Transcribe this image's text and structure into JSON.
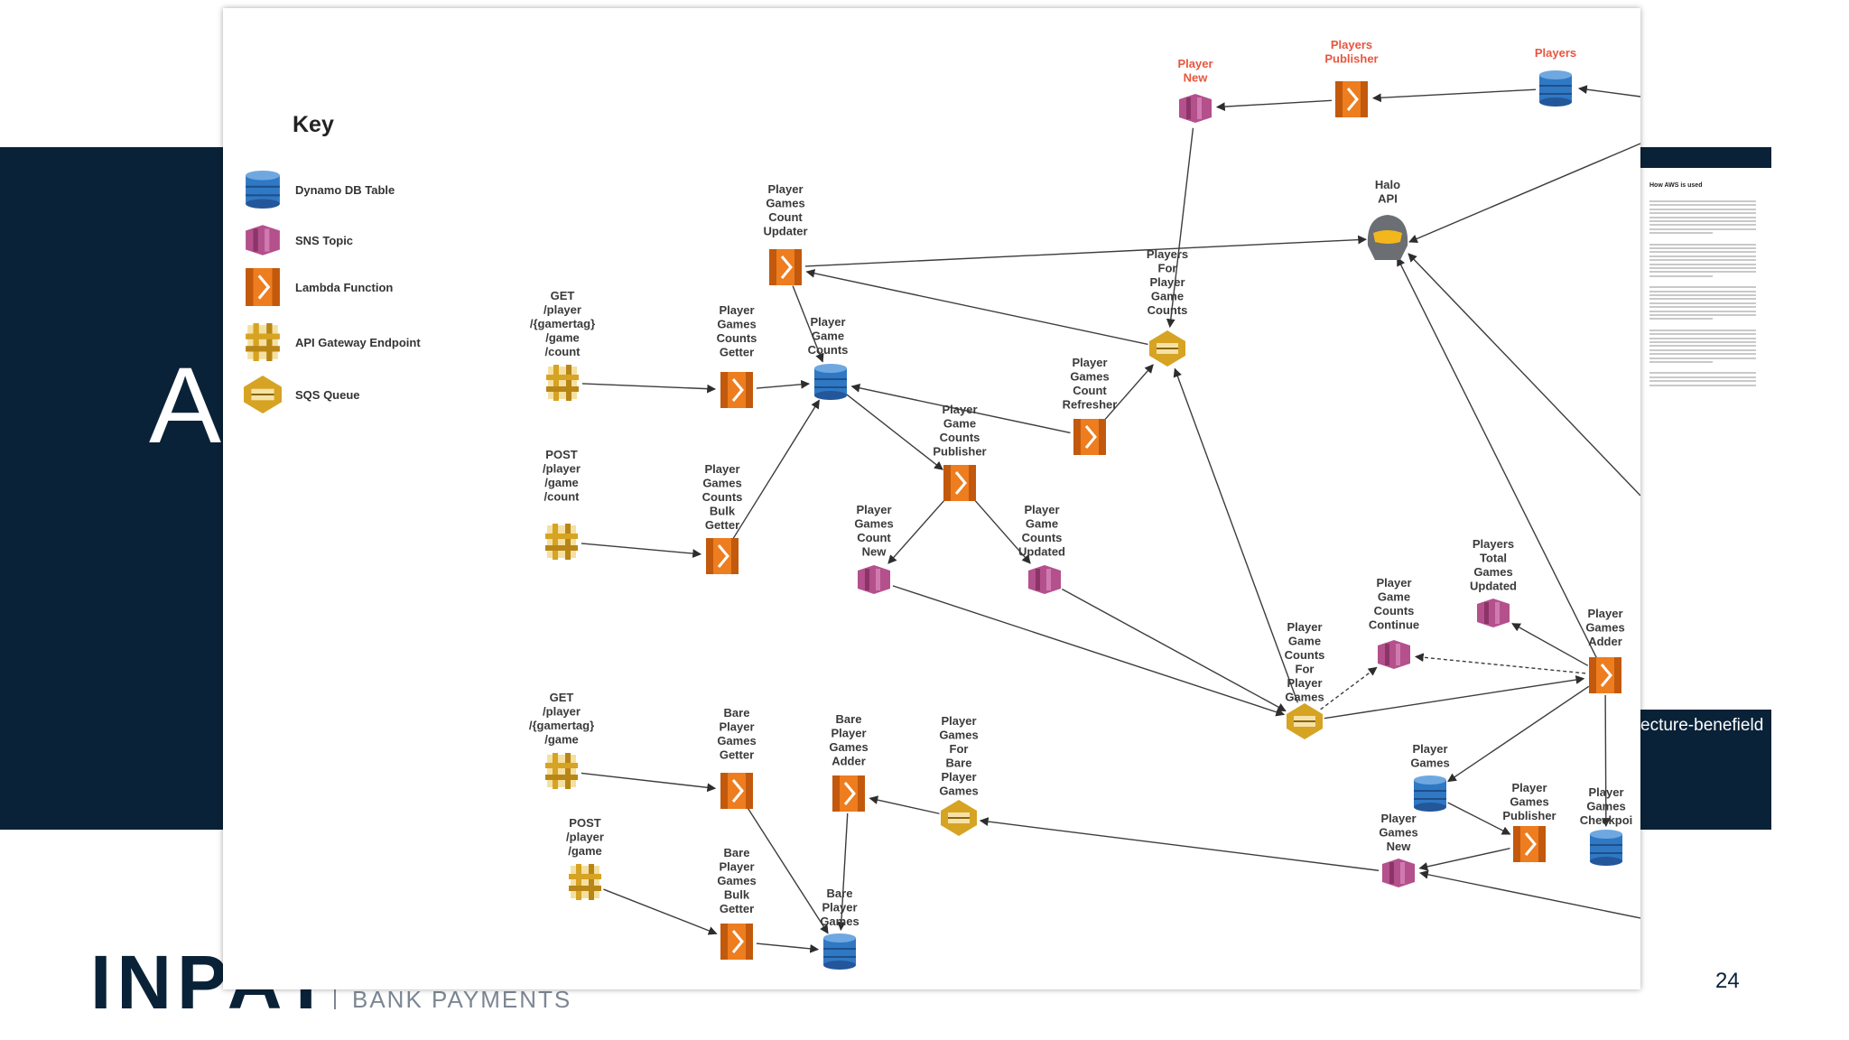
{
  "slide": {
    "title_letter": "A",
    "brand": "INPAY",
    "tagline": "BANK PAYMENTS",
    "page_number": "24",
    "url_fragment": "ecture-benefield",
    "doc_title": "How AWS is used"
  },
  "diagram": {
    "key_title": "Key",
    "legend": [
      {
        "type": "dynamo",
        "label": "Dynamo DB Table"
      },
      {
        "type": "sns",
        "label": "SNS Topic"
      },
      {
        "type": "lambda",
        "label": "Lambda Function"
      },
      {
        "type": "api",
        "label": "API Gateway Endpoint"
      },
      {
        "type": "sqs",
        "label": "SQS Queue"
      }
    ],
    "colors": {
      "dynamo": "#2f78c4",
      "sns": "#b4508c",
      "lambda": "#ed7d1f",
      "api": "#d6a323",
      "sqs": "#d6a323",
      "red_label": "#e8553e",
      "edge": "#3d3d3d"
    },
    "nodes": [
      {
        "id": "player_new",
        "type": "sns",
        "lines": [
          "Player",
          "New"
        ],
        "red": true
      },
      {
        "id": "players_publisher",
        "type": "lambda",
        "lines": [
          "Players",
          "Publisher"
        ],
        "red": true
      },
      {
        "id": "players",
        "type": "dynamo",
        "lines": [
          "Players"
        ],
        "red": true
      },
      {
        "id": "halo_api",
        "type": "halo",
        "lines": [
          "Halo",
          "API"
        ]
      },
      {
        "id": "pg_count_updater",
        "type": "lambda",
        "lines": [
          "Player",
          "Games",
          "Count",
          "Updater"
        ]
      },
      {
        "id": "players_for_player_game_counts",
        "type": "sqs",
        "lines": [
          "Players",
          "For",
          "Player",
          "Game",
          "Counts"
        ]
      },
      {
        "id": "get_count",
        "type": "api",
        "lines": [
          "GET",
          "/player",
          "/{gamertag}",
          "/game",
          "/count"
        ]
      },
      {
        "id": "pg_counts_getter",
        "type": "lambda",
        "lines": [
          "Player",
          "Games",
          "Counts",
          "Getter"
        ]
      },
      {
        "id": "player_game_counts",
        "type": "dynamo",
        "lines": [
          "Player",
          "Game",
          "Counts"
        ]
      },
      {
        "id": "pg_count_refresher",
        "type": "lambda",
        "lines": [
          "Player",
          "Games",
          "Count",
          "Refresher"
        ]
      },
      {
        "id": "pg_counts_publisher",
        "type": "lambda",
        "lines": [
          "Player",
          "Game",
          "Counts",
          "Publisher"
        ]
      },
      {
        "id": "post_count",
        "type": "api",
        "lines": [
          "POST",
          "/player",
          "/game",
          "/count"
        ]
      },
      {
        "id": "pg_counts_bulk_getter",
        "type": "lambda",
        "lines": [
          "Player",
          "Games",
          "Counts",
          "Bulk",
          "Getter"
        ]
      },
      {
        "id": "pg_count_new",
        "type": "sns",
        "lines": [
          "Player",
          "Games",
          "Count",
          "New"
        ]
      },
      {
        "id": "pg_counts_updated",
        "type": "sns",
        "lines": [
          "Player",
          "Game",
          "Counts",
          "Updated"
        ]
      },
      {
        "id": "players_total_games_updated",
        "type": "sns",
        "lines": [
          "Players",
          "Total",
          "Games",
          "Updated"
        ]
      },
      {
        "id": "pg_counts_continue",
        "type": "sns",
        "lines": [
          "Player",
          "Game",
          "Counts",
          "Continue"
        ]
      },
      {
        "id": "pg_counts_for_player_games",
        "type": "sqs",
        "lines": [
          "Player",
          "Game",
          "Counts",
          "For",
          "Player",
          "Games"
        ]
      },
      {
        "id": "player_games_adder",
        "type": "lambda",
        "lines": [
          "Player",
          "Games",
          "Adder"
        ]
      },
      {
        "id": "get_game",
        "type": "api",
        "lines": [
          "GET",
          "/player",
          "/{gamertag}",
          "/game"
        ]
      },
      {
        "id": "bare_pg_getter",
        "type": "lambda",
        "lines": [
          "Bare",
          "Player",
          "Games",
          "Getter"
        ]
      },
      {
        "id": "bare_pg_adder",
        "type": "lambda",
        "lines": [
          "Bare",
          "Player",
          "Games",
          "Adder"
        ]
      },
      {
        "id": "pg_for_bare_pg",
        "type": "sqs",
        "lines": [
          "Player",
          "Games",
          "For",
          "Bare",
          "Player",
          "Games"
        ]
      },
      {
        "id": "player_games",
        "type": "dynamo",
        "lines": [
          "Player",
          "Games"
        ]
      },
      {
        "id": "player_games_publisher",
        "type": "lambda",
        "lines": [
          "Player",
          "Games",
          "Publisher"
        ]
      },
      {
        "id": "player_games_checkpoi",
        "type": "dynamo",
        "lines": [
          "Player",
          "Games",
          "Checkpoi"
        ]
      },
      {
        "id": "player_games_new",
        "type": "sns",
        "lines": [
          "Player",
          "Games",
          "New"
        ]
      },
      {
        "id": "post_game",
        "type": "api",
        "lines": [
          "POST",
          "/player",
          "/game"
        ]
      },
      {
        "id": "bare_pg_bulk_getter",
        "type": "lambda",
        "lines": [
          "Bare",
          "Player",
          "Games",
          "Bulk",
          "Getter"
        ]
      },
      {
        "id": "bare_player_games",
        "type": "dynamo",
        "lines": [
          "Bare",
          "Player",
          "Games"
        ]
      }
    ],
    "edges": [
      {
        "from": "players",
        "to": "players_publisher"
      },
      {
        "from": "players_publisher",
        "to": "player_new"
      },
      {
        "from": "player_new",
        "to": "players_for_player_game_counts"
      },
      {
        "from": "pg_count_updater",
        "to": "halo_api"
      },
      {
        "from": "players_for_player_game_counts",
        "to": "pg_count_updater"
      },
      {
        "from": "pg_count_updater",
        "to": "player_game_counts"
      },
      {
        "from": "get_count",
        "to": "pg_counts_getter"
      },
      {
        "from": "pg_counts_getter",
        "to": "player_game_counts"
      },
      {
        "from": "pg_count_refresher",
        "to": "players_for_player_game_counts"
      },
      {
        "from": "pg_count_refresher",
        "to": "player_game_counts"
      },
      {
        "from": "player_game_counts",
        "to": "pg_counts_publisher"
      },
      {
        "from": "post_count",
        "to": "pg_counts_bulk_getter"
      },
      {
        "from": "pg_counts_bulk_getter",
        "to": "player_game_counts"
      },
      {
        "from": "pg_counts_publisher",
        "to": "pg_count_new"
      },
      {
        "from": "pg_counts_publisher",
        "to": "pg_counts_updated"
      },
      {
        "from": "pg_count_new",
        "to": "pg_counts_for_player_games"
      },
      {
        "from": "pg_counts_updated",
        "to": "pg_counts_for_player_games"
      },
      {
        "from": "pg_counts_for_player_games",
        "to": "players_for_player_game_counts"
      },
      {
        "from": "pg_counts_for_player_games",
        "to": "player_games_adder"
      },
      {
        "from": "pg_counts_for_player_games",
        "to": "pg_counts_continue",
        "dashed": true
      },
      {
        "from": "player_games_adder",
        "to": "pg_counts_continue",
        "dashed": true
      },
      {
        "from": "player_games_adder",
        "to": "players_total_games_updated"
      },
      {
        "from": "player_games_adder",
        "to": "halo_api"
      },
      {
        "from": "player_games_adder",
        "to": "player_games"
      },
      {
        "from": "player_games_adder",
        "to": "player_games_checkpoi"
      },
      {
        "from": "player_games",
        "to": "player_games_publisher"
      },
      {
        "from": "player_games_publisher",
        "to": "player_games_new"
      },
      {
        "from": "player_games_new",
        "to": "pg_for_bare_pg"
      },
      {
        "from": "get_game",
        "to": "bare_pg_getter"
      },
      {
        "from": "bare_pg_getter",
        "to": "bare_player_games"
      },
      {
        "from": "post_game",
        "to": "bare_pg_bulk_getter"
      },
      {
        "from": "bare_pg_bulk_getter",
        "to": "bare_player_games"
      },
      {
        "from": "pg_for_bare_pg",
        "to": "bare_pg_adder"
      },
      {
        "from": "bare_pg_adder",
        "to": "bare_player_games"
      }
    ]
  }
}
